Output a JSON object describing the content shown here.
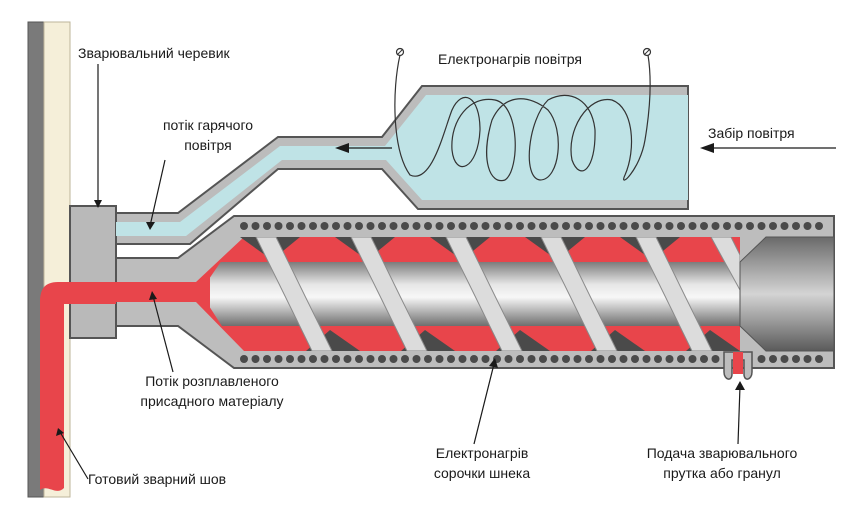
{
  "labels": {
    "welding_shoe": "Зварювальний черевик",
    "hot_air_flow_line1": "потік гарячого",
    "hot_air_flow_line2": "повітря",
    "air_heater": "Електронагрів повітря",
    "air_intake": "Забір повітря",
    "melt_flow_line1": "Потік розплавленого",
    "melt_flow_line2": "присадного матеріалу",
    "finished_weld": "Готовий зварний шов",
    "screw_heater_line1": "Електронагрів",
    "screw_heater_line2": "сорочки шнека",
    "rod_feed_line1": "Подача зварювального",
    "rod_feed_line2": "прутка або гранул"
  },
  "colors": {
    "melt": "#e8454b",
    "air": "#bfe3e6",
    "metal": "#b9b9b9",
    "dark_metal": "#555555",
    "base_material": "#f5efd9"
  }
}
